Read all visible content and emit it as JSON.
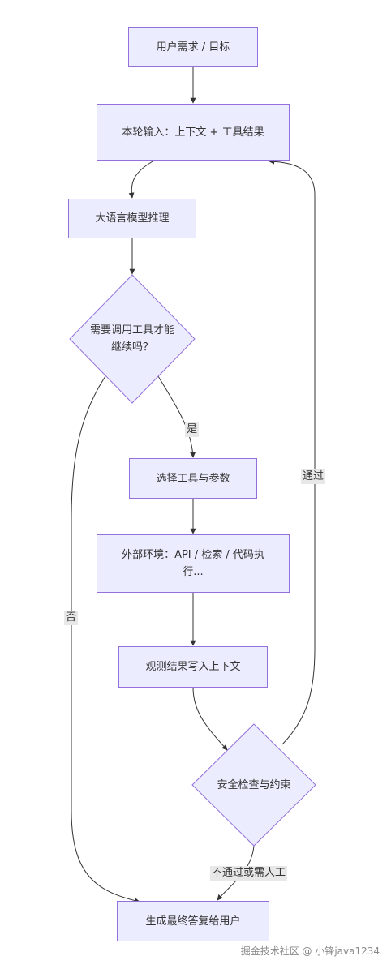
{
  "nodes": {
    "goal": "用户需求 / 目标",
    "input": "本轮输入：上下文 + 工具结果",
    "llm": "大语言模型推理",
    "need_tool": "需要调用工具才能继续吗？",
    "select_tool": "选择工具与参数",
    "external": "外部环境：API / 检索 / 代码执行...",
    "observe": "观测结果写入上下文",
    "safety": "安全检查与约束",
    "answer": "生成最终答复给用户"
  },
  "edge_labels": {
    "yes": "是",
    "no": "否",
    "pass": "通过",
    "fail": "不通过或需人工"
  },
  "watermark": "掘金技术社区 @ 小锋java1234",
  "colors": {
    "node_fill": "#ececff",
    "node_stroke": "#9370db",
    "edge": "#333333",
    "label_bg": "#e8e8e8"
  }
}
